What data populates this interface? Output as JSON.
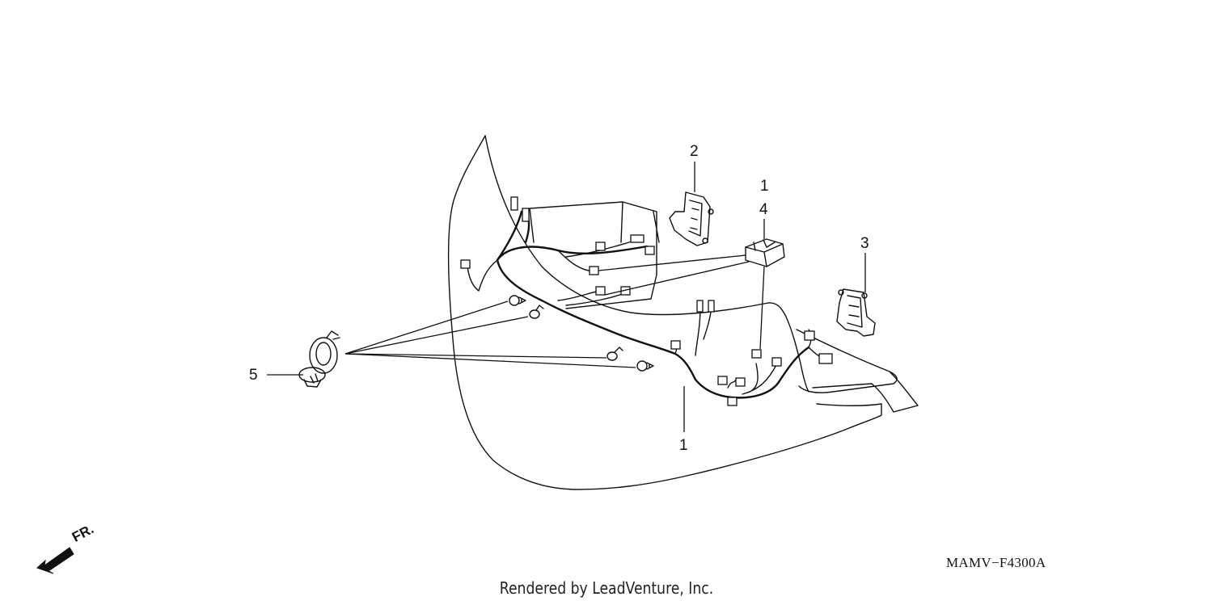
{
  "callouts": [
    {
      "id": "c2",
      "text": "2"
    },
    {
      "id": "c1-top",
      "text": "1"
    },
    {
      "id": "c4",
      "text": "4"
    },
    {
      "id": "c3",
      "text": "3"
    },
    {
      "id": "c5",
      "text": "5"
    },
    {
      "id": "c1-bottom",
      "text": "1"
    }
  ],
  "diagram_code": "MAMV−F4300A",
  "front_label": "FR.",
  "footer": "Rendered by LeadVenture, Inc."
}
